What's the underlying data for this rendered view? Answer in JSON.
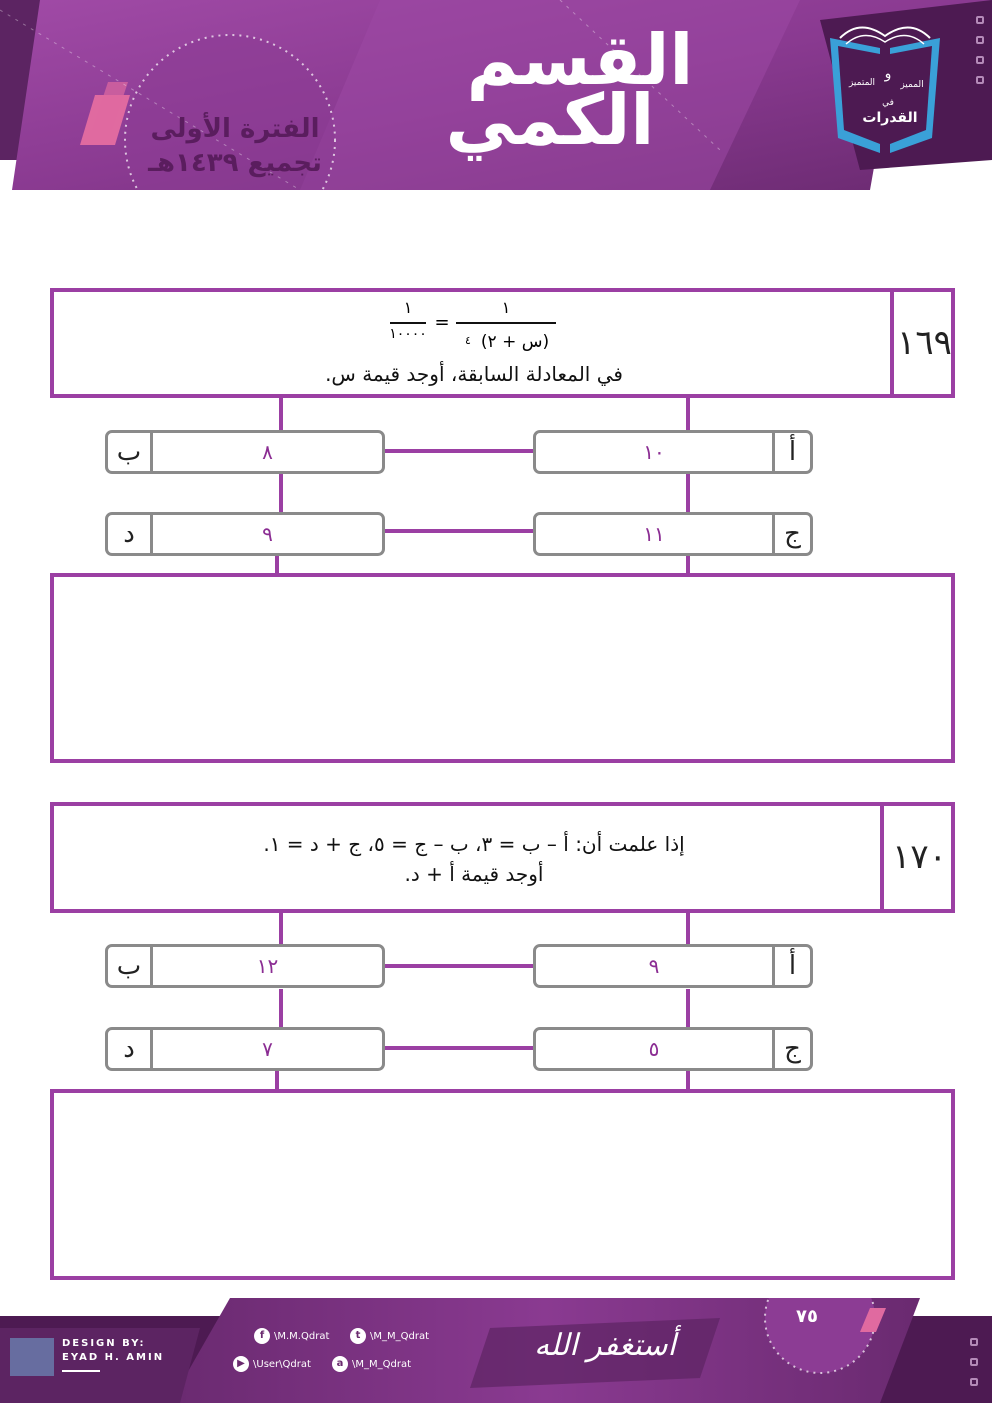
{
  "header": {
    "title_line1": "القسم",
    "title_line2": "الكمي",
    "period_line1": "الفترة الأولى",
    "period_line2": "تجميع ١٤٣٩هـ",
    "logo_text_main": "القدرات",
    "logo_text_1": "المتميز",
    "logo_text_2": "و",
    "logo_text_3": "المميز",
    "logo_text_4": "في"
  },
  "questions": [
    {
      "number": "١٦٩",
      "equation": {
        "left_numerator": "١",
        "left_denominator": "(س + ٢)",
        "left_exponent": "٤",
        "equals": "=",
        "right_numerator": "١",
        "right_denominator": "١٠٠٠٠"
      },
      "text_line1": "",
      "text_line2": "في المعادلة السابقة، أوجد قيمة س.",
      "options": [
        {
          "letter": "أ",
          "value": "١٠"
        },
        {
          "letter": "ب",
          "value": "٨"
        },
        {
          "letter": "ج",
          "value": "١١"
        },
        {
          "letter": "د",
          "value": "٩"
        }
      ]
    },
    {
      "number": "١٧٠",
      "text_line1": "إذا علمت أن: أ – ب = ٣، ب – ج = ٥، ج + د = ١.",
      "text_line2": "أوجد قيمة أ + د.",
      "options": [
        {
          "letter": "أ",
          "value": "٩"
        },
        {
          "letter": "ب",
          "value": "١٢"
        },
        {
          "letter": "ج",
          "value": "٥"
        },
        {
          "letter": "د",
          "value": "٧"
        }
      ]
    }
  ],
  "footer": {
    "design_by_label": "DESIGN BY:",
    "designer_name": "EYAD H. AMIN",
    "social": [
      {
        "icon": "facebook-icon",
        "glyph": "f",
        "handle": "\\M.M.Qdrat"
      },
      {
        "icon": "twitter-icon",
        "glyph": "t",
        "handle": "\\M_M_Qdrat"
      },
      {
        "icon": "youtube-icon",
        "glyph": "▶",
        "handle": "\\User\\Qdrat"
      },
      {
        "icon": "asked-icon",
        "glyph": "a",
        "handle": "\\M_M_Qdrat"
      }
    ],
    "calligraphy": "أستغفر الله",
    "page_number": "٧٥"
  },
  "colors": {
    "primary_purple": "#7a2f80",
    "accent_purple": "#9b3fa3",
    "dark_purple": "#4d1a52",
    "pink": "#e06aa0",
    "option_border": "#8a8a8a",
    "option_value": "#8b2d93"
  }
}
